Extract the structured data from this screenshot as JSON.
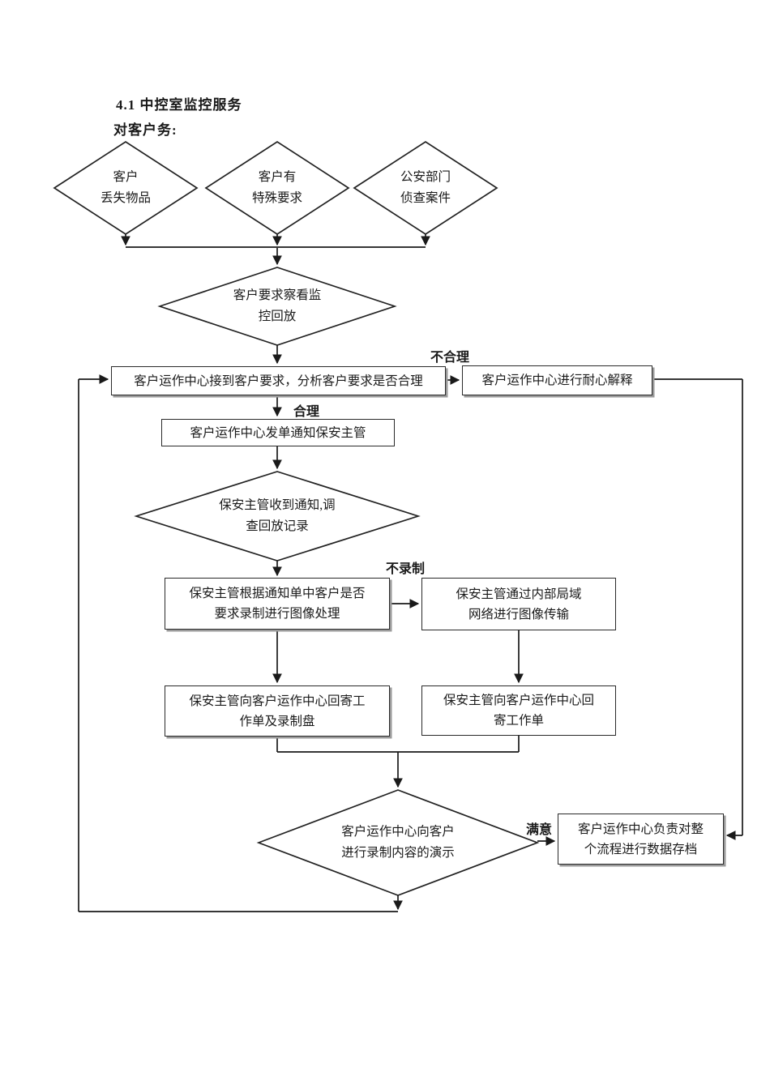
{
  "heading": {
    "section": "4.1 中控室监控服务",
    "subtitle": "对客户务:"
  },
  "flowchart": {
    "start_conditions": [
      {
        "label": "客户\n丢失物品"
      },
      {
        "label": "客户有\n特殊要求"
      },
      {
        "label": "公安部门\n侦查案件"
      }
    ],
    "nodes": {
      "review_request": "客户要求察看监\n控回放",
      "analyze_request": "客户运作中心接到客户要求，分析客户要求是否合理",
      "patient_explain": "客户运作中心进行耐心解释",
      "dispatch_notice": "客户运作中心发单通知保安主管",
      "supervisor_check": "保安主管收到通知,调\n查回放记录",
      "image_process": "保安主管根据通知单中客户是否\n要求录制进行图像处理",
      "lan_transfer": "保安主管通过内部局域\n网络进行图像传输",
      "mail_disc": "保安主管向客户运作中心回寄工\n作单及录制盘",
      "mail_sheet": "保安主管向客户运作中心回\n寄工作单",
      "demo": "客户运作中心向客户\n进行录制内容的演示",
      "archive": "客户运作中心负责对整\n个流程进行数据存档"
    },
    "edge_labels": {
      "unreasonable": "不合理",
      "reasonable": "合理",
      "no_record": "不录制",
      "satisfied": "满意"
    }
  }
}
